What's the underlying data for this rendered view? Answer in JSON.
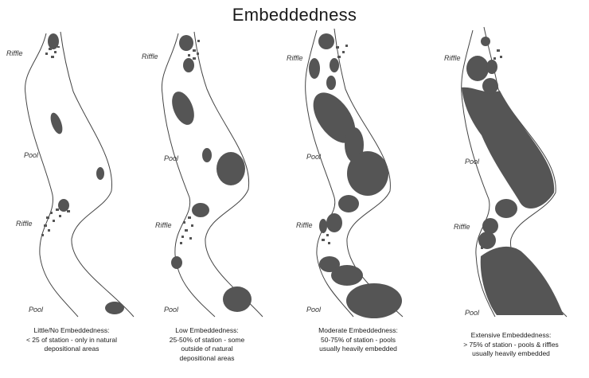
{
  "title": "Embeddedness",
  "colors": {
    "substrate": "#555555",
    "outline": "#444444",
    "background": "#ffffff"
  },
  "panels": [
    {
      "labels": [
        "Riffle",
        "Pool",
        "Riffle",
        "Pool"
      ],
      "caption": {
        "heading": "Little/No Embeddedness:",
        "lines": [
          "< 25 of station - only in natural",
          "depositional areas"
        ]
      }
    },
    {
      "labels": [
        "Riffle",
        "Pool",
        "Riffle",
        "Pool"
      ],
      "caption": {
        "heading": "Low Embeddedness:",
        "lines": [
          "25-50% of station - some",
          "outside of natural",
          "depositional areas"
        ]
      }
    },
    {
      "labels": [
        "Riffle",
        "Pool",
        "Riffle",
        "Pool"
      ],
      "caption": {
        "heading": "Moderate Embeddedness:",
        "lines": [
          "50-75% of station - pools",
          "usually heavily embedded"
        ]
      }
    },
    {
      "labels": [
        "Riffle",
        "Pool",
        "Riffle",
        "Pool"
      ],
      "caption": {
        "heading": "Extensive Embeddedness:",
        "lines": [
          "> 75% of station - pools & riffles",
          "usually heavily embedded"
        ]
      }
    }
  ]
}
